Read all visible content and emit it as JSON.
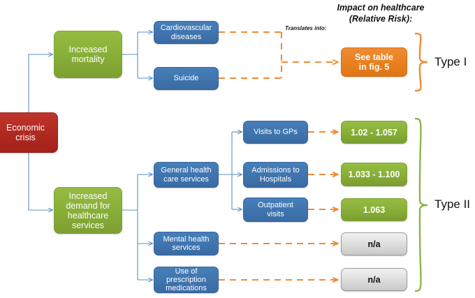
{
  "diagram": {
    "title_note": "Impact on healthcare\n(Relative Risk):",
    "header_line1": "Impact on healthcare",
    "header_line2": "(Relative Risk):",
    "translates_label": "Translates into:",
    "colors": {
      "red": "#ae2920",
      "green": "#87ae37",
      "blue": "#3f74ae",
      "orange": "#e8801f",
      "gray": "#dcdcdc",
      "blue_connector": "#5b8fc9",
      "orange_connector": "#ef8b33",
      "green_brace": "#8fb54a",
      "orange_brace": "#ef8b33",
      "text_dark": "#111111",
      "text_light": "#ffffff"
    }
  },
  "root": {
    "label": "Economic\ncrisis",
    "line1": "Economic",
    "line2": "crisis"
  },
  "branches": [
    {
      "id": "mortality",
      "label": "Increased\nmortality",
      "line1": "Increased",
      "line2": "mortality"
    },
    {
      "id": "demand",
      "label": "Increased\ndemand for\nhealthcare\nservices",
      "line1": "Increased",
      "line2": "demand for",
      "line3": "healthcare",
      "line4": "services"
    }
  ],
  "outcomes": [
    {
      "id": "cardiovascular",
      "line1": "Cardiovascular",
      "line2": "diseases"
    },
    {
      "id": "suicide",
      "line1": "Suicide",
      "line2": ""
    },
    {
      "id": "general-health-care",
      "line1": "General health",
      "line2": "care services"
    },
    {
      "id": "mental-health",
      "line1": "Mental health",
      "line2": "services"
    },
    {
      "id": "prescription",
      "line1": "Use of",
      "line2": "prescription",
      "line3": "medications"
    }
  ],
  "sub_outcomes": [
    {
      "id": "visits-gps",
      "line1": "Visits to GPs",
      "line2": ""
    },
    {
      "id": "admissions-hospitals",
      "line1": "Admissions to",
      "line2": "Hospitals"
    },
    {
      "id": "outpatient-visits",
      "line1": "Outpatient",
      "line2": "visits"
    }
  ],
  "results": [
    {
      "id": "see-table",
      "line1": "See table",
      "line2": "in fig. 5",
      "kind": "orange"
    },
    {
      "id": "rr-visits-gps",
      "value": "1.02 - 1.057",
      "kind": "value"
    },
    {
      "id": "rr-admissions",
      "value": "1.033 - 1.100",
      "kind": "value"
    },
    {
      "id": "rr-outpatient",
      "value": "1.063",
      "kind": "value"
    },
    {
      "id": "rr-mental-health",
      "value": "n/a",
      "kind": "na"
    },
    {
      "id": "rr-prescription",
      "value": "n/a",
      "kind": "na"
    }
  ],
  "groups": [
    {
      "id": "type-1",
      "label": "Type I",
      "brace_color": "#ef8b33"
    },
    {
      "id": "type-2",
      "label": "Type II",
      "brace_color": "#8fb54a"
    }
  ]
}
